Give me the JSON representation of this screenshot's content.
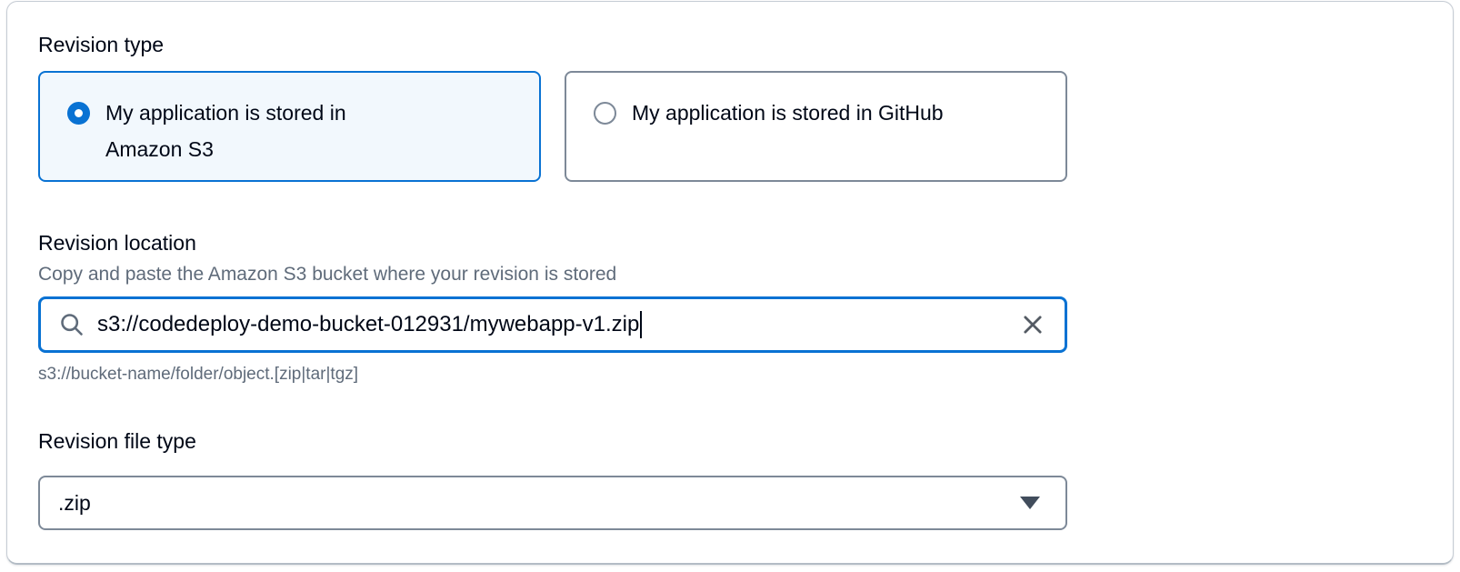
{
  "form": {
    "revision_type": {
      "label": "Revision type",
      "options": [
        {
          "label": "My application is stored in Amazon S3",
          "state": "selected"
        },
        {
          "label": "My application is stored in GitHub",
          "state": "unselected"
        }
      ]
    },
    "revision_location": {
      "label": "Revision location",
      "description": "Copy and paste the Amazon S3 bucket where your revision is stored",
      "value": "s3://codedeploy-demo-bucket-012931/mywebapp-v1.zip",
      "constraint": "s3://bucket-name/folder/object.[zip|tar|tgz]"
    },
    "revision_file_type": {
      "label": "Revision file type",
      "value": ".zip"
    }
  },
  "icons": {
    "search": "magnifier",
    "clear": "x-cross",
    "dropdown": "filled-triangle-down"
  },
  "colors": {
    "accent": "#0972d3",
    "selected_tile_bg": "#f2f8fd",
    "border_gray": "#7d8998",
    "text": "#000716",
    "muted_text": "#5f6b7a",
    "icon_gray": "#545b64"
  }
}
